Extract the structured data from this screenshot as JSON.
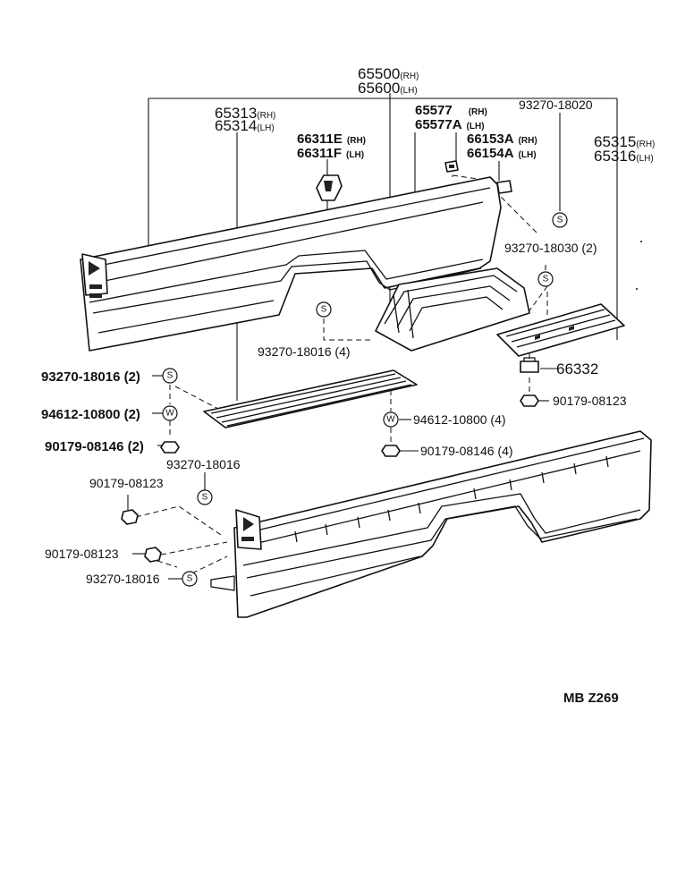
{
  "callouts": {
    "p65500": {
      "num": "65500",
      "sfx": "(RH)"
    },
    "p65600": {
      "num": "65600",
      "sfx": "(LH)"
    },
    "p65313": {
      "num": "65313",
      "sfx": "(RH)"
    },
    "p65314": {
      "num": "65314",
      "sfx": "(LH)"
    },
    "p66311E": {
      "num": "66311E",
      "sfx": "(RH)"
    },
    "p66311F": {
      "num": "66311F",
      "sfx": "(LH)"
    },
    "p65577": {
      "num": "65577",
      "sfx": "(RH)"
    },
    "p65577A": {
      "num": "65577A",
      "sfx": "(LH)"
    },
    "p66153A": {
      "num": "66153A",
      "sfx": "(RH)"
    },
    "p66154A": {
      "num": "66154A",
      "sfx": "(LH)"
    },
    "p65315": {
      "num": "65315",
      "sfx": "(RH)"
    },
    "p65316": {
      "num": "65316",
      "sfx": "(LH)"
    },
    "p93270_18020": "93270-18020",
    "p93270_18030": "93270-18030 (2)",
    "p93270_18016_4": "93270-18016 (4)",
    "p66332": "66332",
    "p90179_08123_r": "90179-08123",
    "p94612_10800_4": "94612-10800 (4)",
    "p90179_08146_4": "90179-08146 (4)",
    "p93270_18016_2": "93270-18016 (2)",
    "p94612_10800_2": "94612-10800 (2)",
    "p90179_08146_2": "90179-08146 (2)",
    "p93270_18016_a": "93270-18016",
    "p90179_08123_a": "90179-08123",
    "p90179_08123_b": "90179-08123",
    "p93270_18016_b": "93270-18016"
  },
  "symbols": {
    "screw": "S",
    "washer": "W"
  },
  "diagram_code": "MB  Z269"
}
